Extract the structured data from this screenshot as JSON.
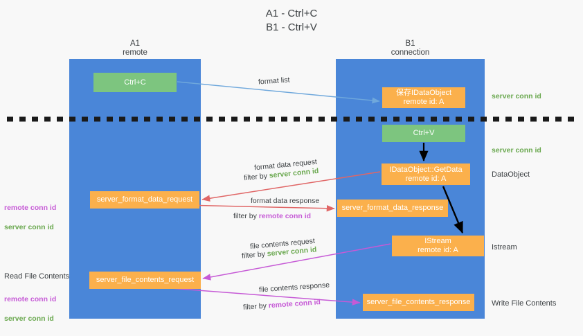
{
  "title": "A1 - Ctrl+C\nB1 - Ctrl+V",
  "colors": {
    "background": "#f8f8f8",
    "lane": "#4a86d8",
    "green_box": "#7dc57f",
    "orange_box": "#fbb04c",
    "green_text": "#6aa84f",
    "purple_text": "#c65ad6",
    "blue_arrow": "#6fa8dc",
    "red_arrow": "#e06666",
    "magenta_arrow": "#c65ad6",
    "black_arrow": "#000000",
    "divider": "#1a1a1a"
  },
  "lanes": {
    "a": {
      "header": "A1\nremote"
    },
    "b": {
      "header": "B1\nconnection"
    }
  },
  "boxes": {
    "ctrl_c": "Ctrl+C",
    "idataobject": "保存IDataObject\nremote id: A",
    "ctrl_v": "Ctrl+V",
    "getdata": "IDataObject::GetData\nremote id: A",
    "server_format_data_request": "server_format_data_request",
    "server_format_data_response": "server_format_data_response",
    "istream": "IStream\nremote id: A",
    "server_file_contents_request": "server_file_contents_request",
    "server_file_contents_response": "server_file_contents_response"
  },
  "flows": {
    "format_list": "format list",
    "format_data_request": "format data request",
    "format_data_request_filter_prefix": "filter by ",
    "format_data_request_filter_value": "server conn id",
    "format_data_response": "format data response",
    "format_data_response_filter_prefix": "filter by ",
    "format_data_response_filter_value": "remote conn id",
    "file_contents_request": "file contents request",
    "file_contents_request_filter_prefix": "filter by ",
    "file_contents_request_filter_value": "server conn id",
    "file_contents_response": "file contents response",
    "file_contents_response_filter_prefix": "filter by ",
    "file_contents_response_filter_value": "remote conn id"
  },
  "notes": {
    "left_conn_1_line1": "remote conn id",
    "left_conn_1_line2": "server conn id",
    "read_file_contents": "Read File Contents",
    "left_conn_2_line1": "remote conn id",
    "left_conn_2_line2": "server conn id",
    "right_server_conn_1": "server conn id",
    "right_server_conn_2": "server conn id",
    "right_dataobject": "DataObject",
    "right_istream": "Istream",
    "right_write_file_contents": "Write File Contents"
  }
}
